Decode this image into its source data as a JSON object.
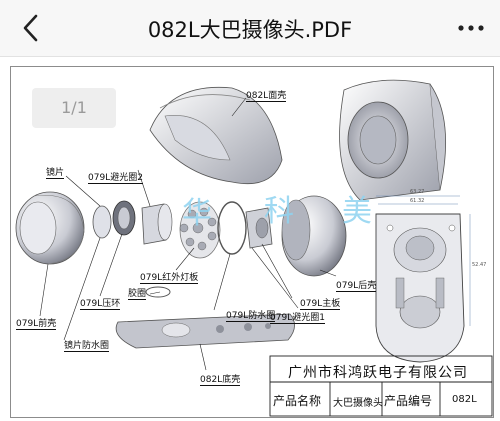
{
  "header": {
    "title": "082L大巴摄像头.PDF",
    "back_icon": "chevron-left-icon",
    "more_icon": "ellipsis-icon"
  },
  "viewer": {
    "page_indicator": "1/1"
  },
  "labels": {
    "front_cover": "082L面壳",
    "lens": "镜片",
    "ring2": "079L避光圈2",
    "ir_board": "079L红外灯板",
    "pressure_ring": "079L压环",
    "glue_ring": "胶圈",
    "front_shell": "079L前壳",
    "lens_waterproof": "镜片防水圈",
    "waterproof_ring": "079L防水圈",
    "main_board": "079L主板",
    "ring1": "079L避光圈1",
    "rear_shell": "079L后壳",
    "bottom_shell": "082L底壳"
  },
  "watermark": [
    "华",
    "科",
    "美"
  ],
  "dimensions": [
    "63.27",
    "61.32",
    "52.47"
  ],
  "title_block": {
    "company": "广州市科鸿跃电子有限公司",
    "name_label": "产品名称",
    "name_value": "大巴摄像头",
    "code_label": "产品编号",
    "code_value": "082L"
  }
}
